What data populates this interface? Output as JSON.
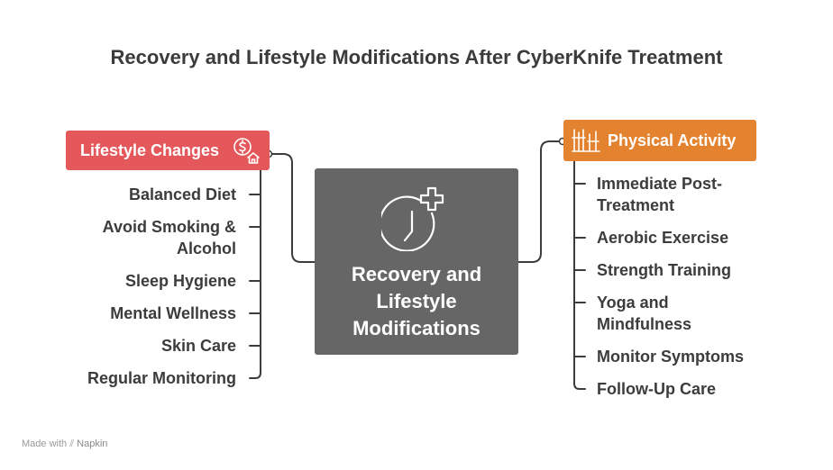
{
  "title": "Recovery and Lifestyle Modifications After CyberKnife Treatment",
  "center": {
    "label": "Recovery and\nLifestyle\nModifications",
    "icon": "clock-plus-icon",
    "color": "#666666"
  },
  "left": {
    "header": "Lifestyle Changes",
    "icon": "money-house-icon",
    "color": "#e4575a",
    "items": [
      "Balanced Diet",
      "Avoid Smoking &\nAlcohol",
      "Sleep Hygiene",
      "Mental Wellness",
      "Skin Care",
      "Regular Monitoring"
    ]
  },
  "right": {
    "header": "Physical Activity",
    "icon": "fitness-bars-icon",
    "color": "#e3822f",
    "items": [
      "Immediate Post-\nTreatment",
      "Aerobic Exercise",
      "Strength Training",
      "Yoga and\nMindfulness",
      "Monitor Symptoms",
      "Follow-Up Care"
    ]
  },
  "footer": {
    "made_with": "Made with",
    "brand": "Napkin"
  }
}
